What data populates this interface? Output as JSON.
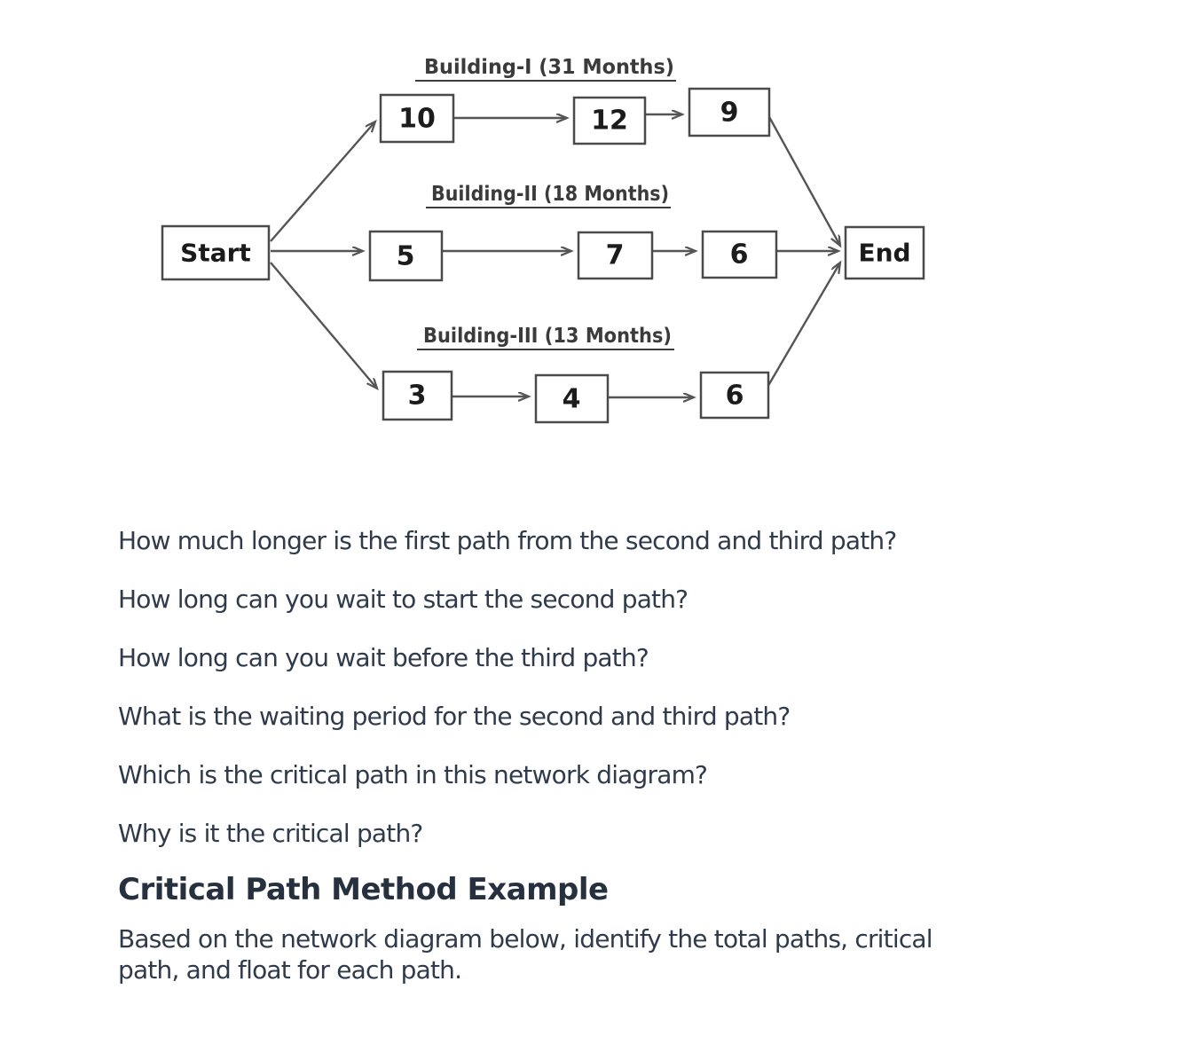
{
  "diagram": {
    "start": "Start",
    "end": "End",
    "path1": {
      "label": "Building-I (31 Months)",
      "n1": "10",
      "n2": "12",
      "n3": "9"
    },
    "path2": {
      "label": "Building-II (18 Months)",
      "n1": "5",
      "n2": "7",
      "n3": "6"
    },
    "path3": {
      "label": "Building-III (13 Months)",
      "n1": "3",
      "n2": "4",
      "n3": "6"
    }
  },
  "questions": [
    "How much longer is the first path from the second and third path?",
    "How long can you wait to start the second path?",
    "How long can you wait before the third path?",
    "What is the waiting period for the second and third path?",
    "Which is the critical path in this network diagram?",
    "Why is it the critical path?"
  ],
  "heading": "Critical Path Method Example",
  "paragraph_lines": [
    "Based on the network diagram below, identify the total paths, critical",
    "path, and float for each path."
  ],
  "colors": {
    "page_background": "#ffffff",
    "body_text": "#2f3b4b",
    "heading_text": "#26303e",
    "diagram_stroke": "#555555",
    "node_border": "#4a4a4a",
    "node_fill": "#ffffff",
    "node_text": "#1c1c1c"
  }
}
